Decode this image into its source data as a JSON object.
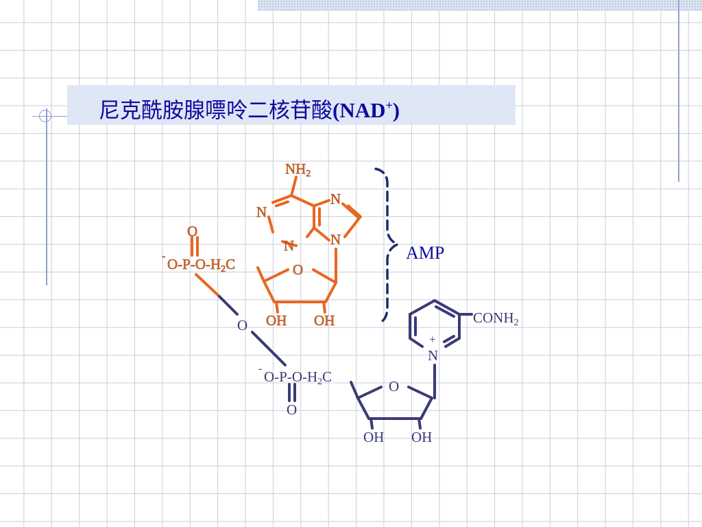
{
  "slide": {
    "title_cn": "尼克酰胺腺嘌呤二核苷酸",
    "title_latin": "(NAD",
    "title_sup": "+",
    "title_close": ")"
  },
  "molecule": {
    "adenine": {
      "nh2": "NH",
      "nh2_sub": "2",
      "n1": "N",
      "n3": "N",
      "n7": "N",
      "n9": "N"
    },
    "ribose_top": {
      "ring_o": "O",
      "oh_left": "OH",
      "oh_right": "OH"
    },
    "phosphate_top": {
      "dbl_o": "O",
      "minus": "-",
      "chain": "O-P-O-H",
      "chain_sub": "2",
      "chain_c": "C"
    },
    "bridge_o": "O",
    "phosphate_bottom": {
      "minus": "-",
      "chain": "O-P-O-H",
      "chain_sub": "2",
      "chain_c": "C",
      "dbl_o": "O"
    },
    "ribose_bottom": {
      "ring_o": "O",
      "oh_left": "OH",
      "oh_right": "OH"
    },
    "nicotinamide": {
      "conh": "CONH",
      "conh_sub": "2",
      "plus": "+",
      "n": "N"
    },
    "amp_label": "AMP"
  },
  "colors": {
    "amp_part": "#e8671f",
    "nmn_part": "#3a3a76",
    "title": "#0b0b9c",
    "brace": "#1e2a6e"
  }
}
